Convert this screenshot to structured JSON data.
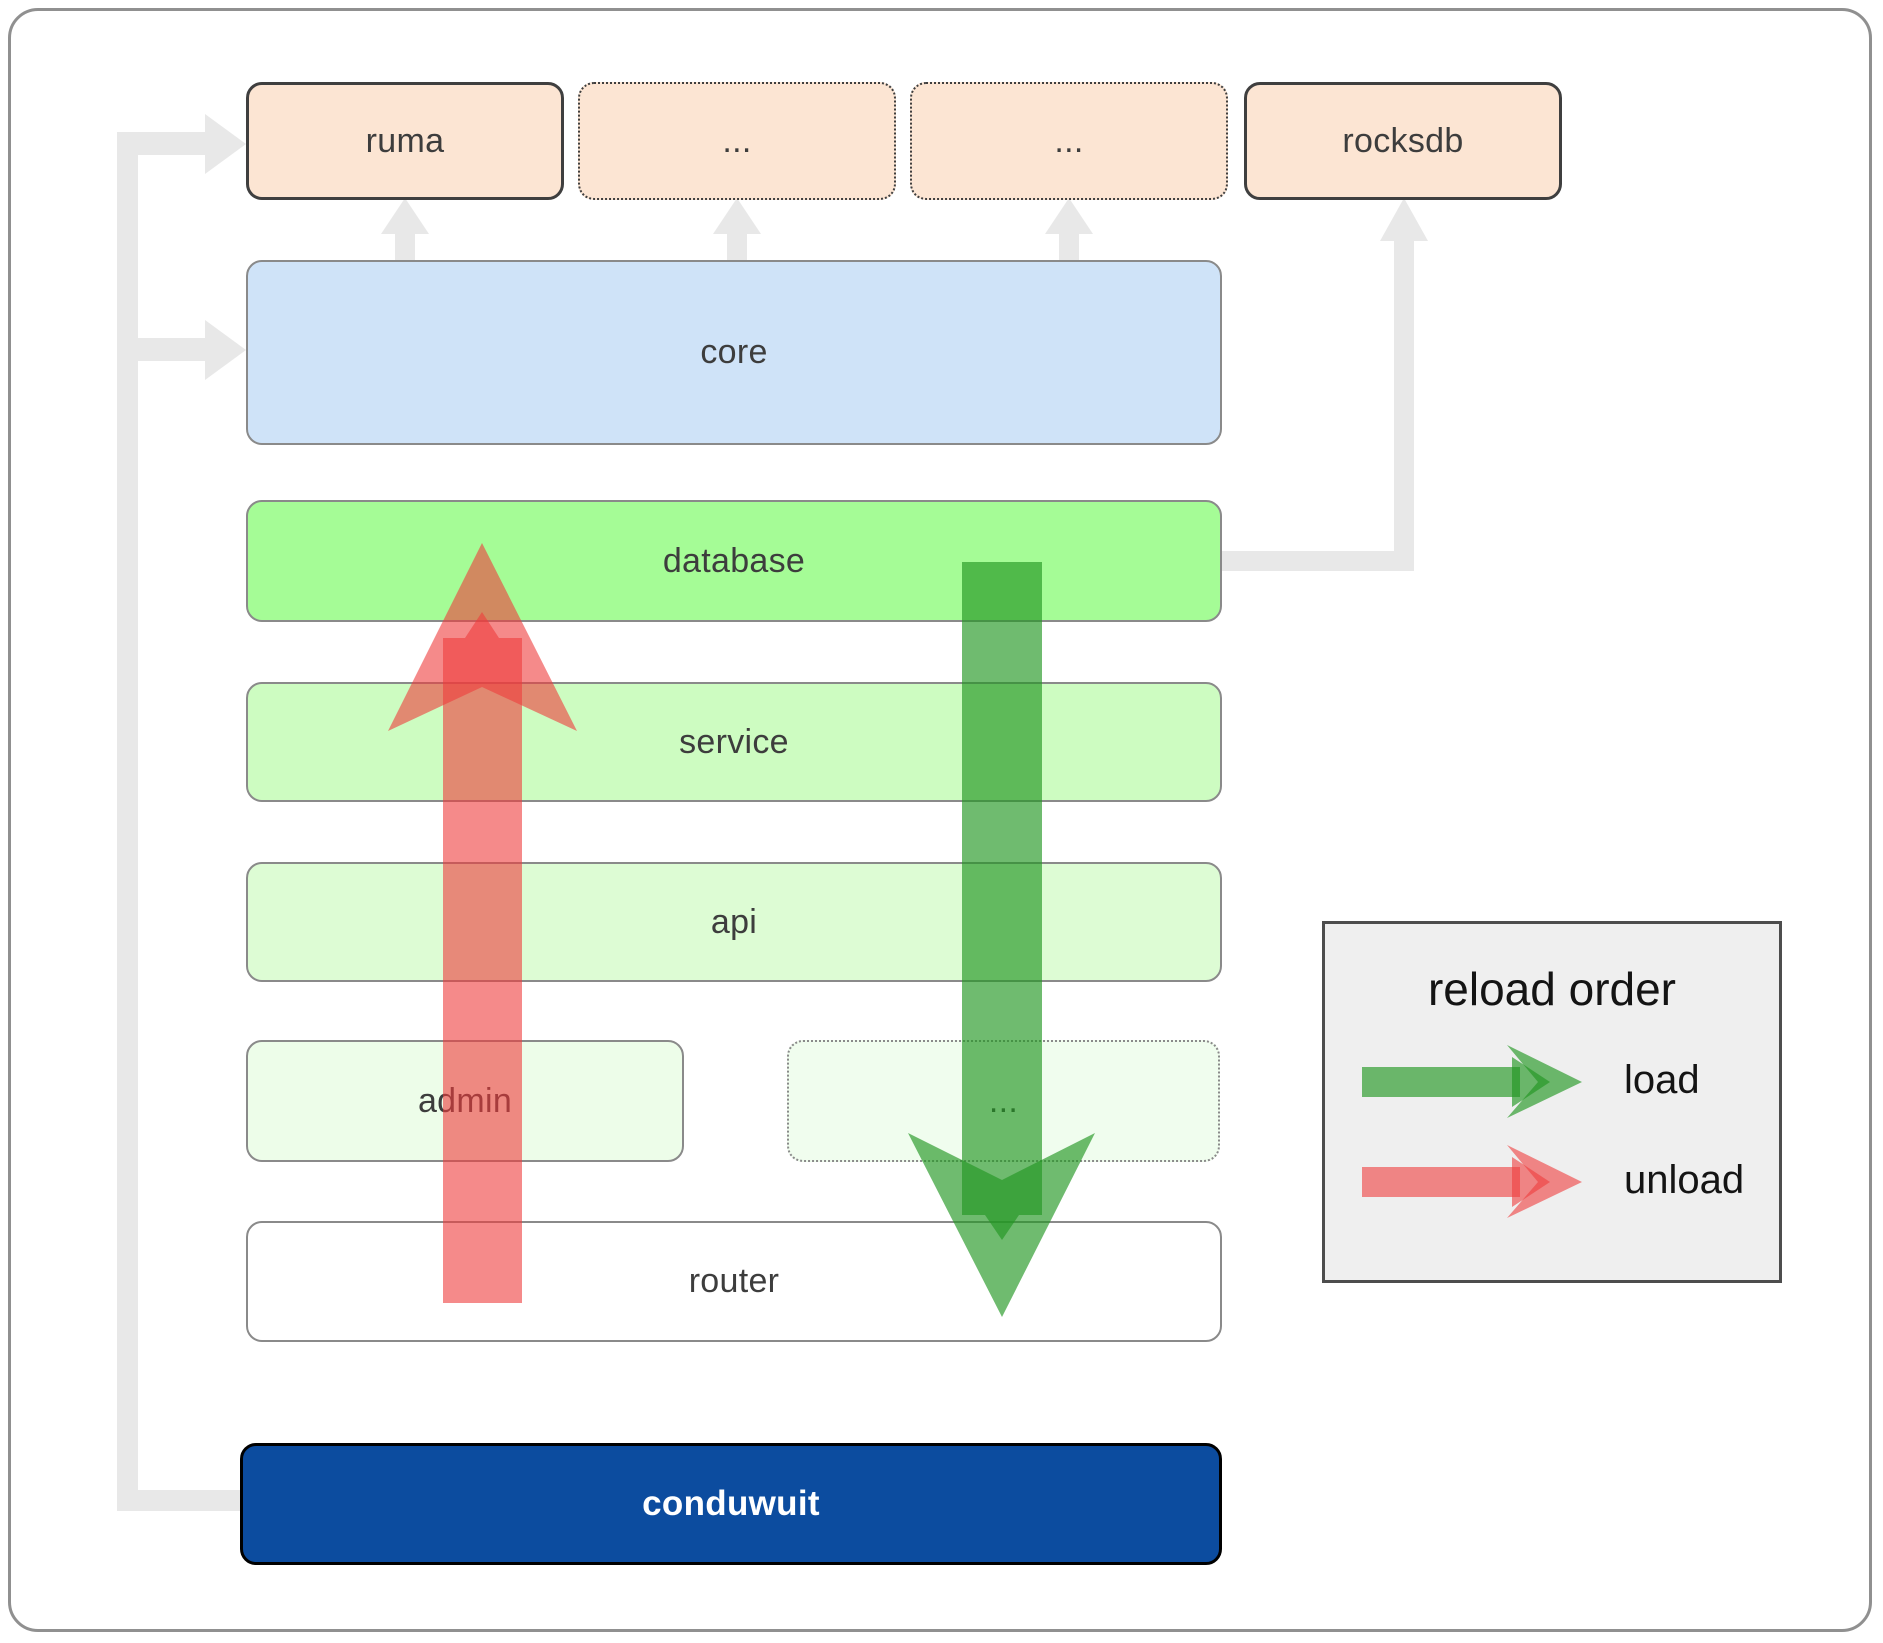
{
  "nodes": {
    "ruma": "ruma",
    "deps1": "...",
    "deps2": "...",
    "rocksdb": "rocksdb",
    "core": "core",
    "database": "database",
    "service": "service",
    "api": "api",
    "admin": "admin",
    "more_services": "...",
    "router": "router",
    "conduwuit": "conduwuit"
  },
  "legend": {
    "title": "reload order",
    "load_label": "load",
    "unload_label": "unload"
  },
  "colors": {
    "connector": "#e8e8e8",
    "arrow_load_green": "rgba(34,150,34,0.65)",
    "arrow_unload_red": "rgba(238,60,60,0.6)",
    "dependency_peach": "#fce5d3",
    "dependency_border": "#3f3f3f",
    "core_blue": "#cfe3f8",
    "database_green": "#a5fc96",
    "service_green": "#cdfcc1",
    "api_green": "#ddfcd4",
    "admin_green": "#edfde9",
    "more_green": "#f0fdee",
    "router_white": "#ffffff",
    "box_border": "#8a8a8a",
    "conduwuit_blue": "#0c4c9f",
    "conduwuit_border": "#000000",
    "legend_bg": "#efefef",
    "legend_border": "#4d4d4d"
  }
}
